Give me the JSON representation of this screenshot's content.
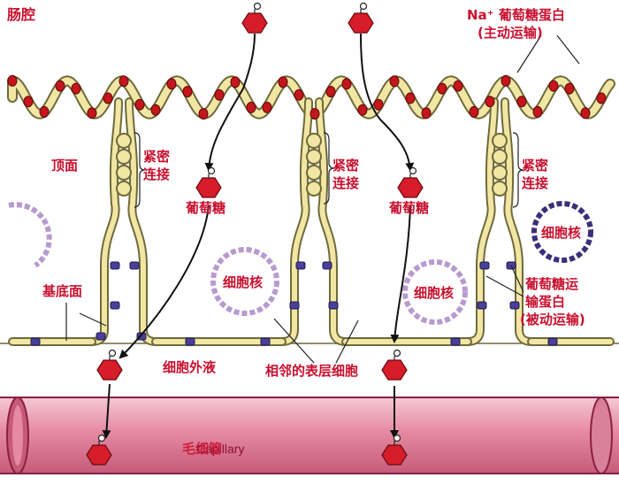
{
  "labels": {
    "lumen": "肠腔",
    "na_glucose_protein_line1": "Na⁺ 葡萄糖蛋白",
    "na_glucose_protein_line2": "(主动运输)",
    "apical": "顶面",
    "tight_junction_line1": "紧密",
    "tight_junction_line2": "连接",
    "glucose": "葡萄糖",
    "nucleus": "细胞核",
    "basolateral": "基底面",
    "glucose_transporter_line1": "葡萄糖运",
    "glucose_transporter_line2": "输蛋白",
    "glucose_transporter_line3": "(被动运输)",
    "extracellular_fluid": "细胞外液",
    "adjacent_epithelial_cells": "相邻的表层细胞",
    "capillary_zh": "毛细管",
    "capillary_en": "Capillary"
  },
  "colors": {
    "label_red": "#c8102e",
    "membrane_fill": "#f2e6a4",
    "membrane_stroke": "#6e6a3a",
    "sodium_glucose_protein": "#c4161c",
    "transporter_purple": "#4a3f9a",
    "nucleus_ring": "#b79ad0",
    "nucleus_dark": "#3b2e7a",
    "glucose_hexagon": "#d71d2a",
    "capillary_pink": "#e58aa2"
  },
  "icons": {
    "glucose": "red-hexagon-molecule",
    "flow": "black-arrow"
  }
}
